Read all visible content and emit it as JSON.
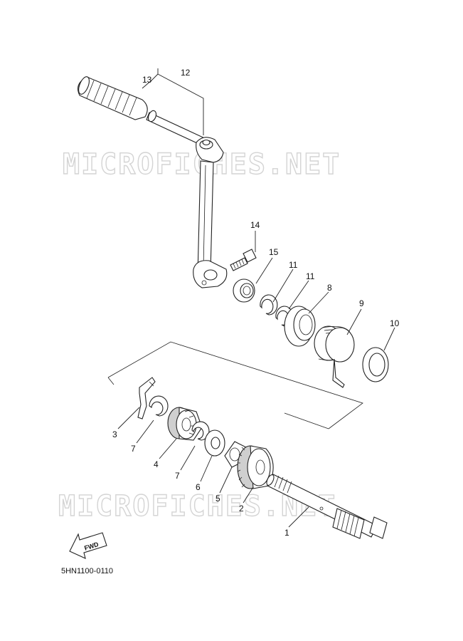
{
  "watermark": "MICROFICHES.NET",
  "diagram_code": "5HN1100-0110",
  "fwd_label": "FWD",
  "callouts": {
    "c1": "1",
    "c2": "2",
    "c3": "3",
    "c4": "4",
    "c5": "5",
    "c6": "6",
    "c7a": "7",
    "c7b": "7",
    "c8": "8",
    "c9": "9",
    "c10": "10",
    "c11a": "11",
    "c11b": "11",
    "c12": "12",
    "c13": "13",
    "c14": "14",
    "c15": "15"
  }
}
